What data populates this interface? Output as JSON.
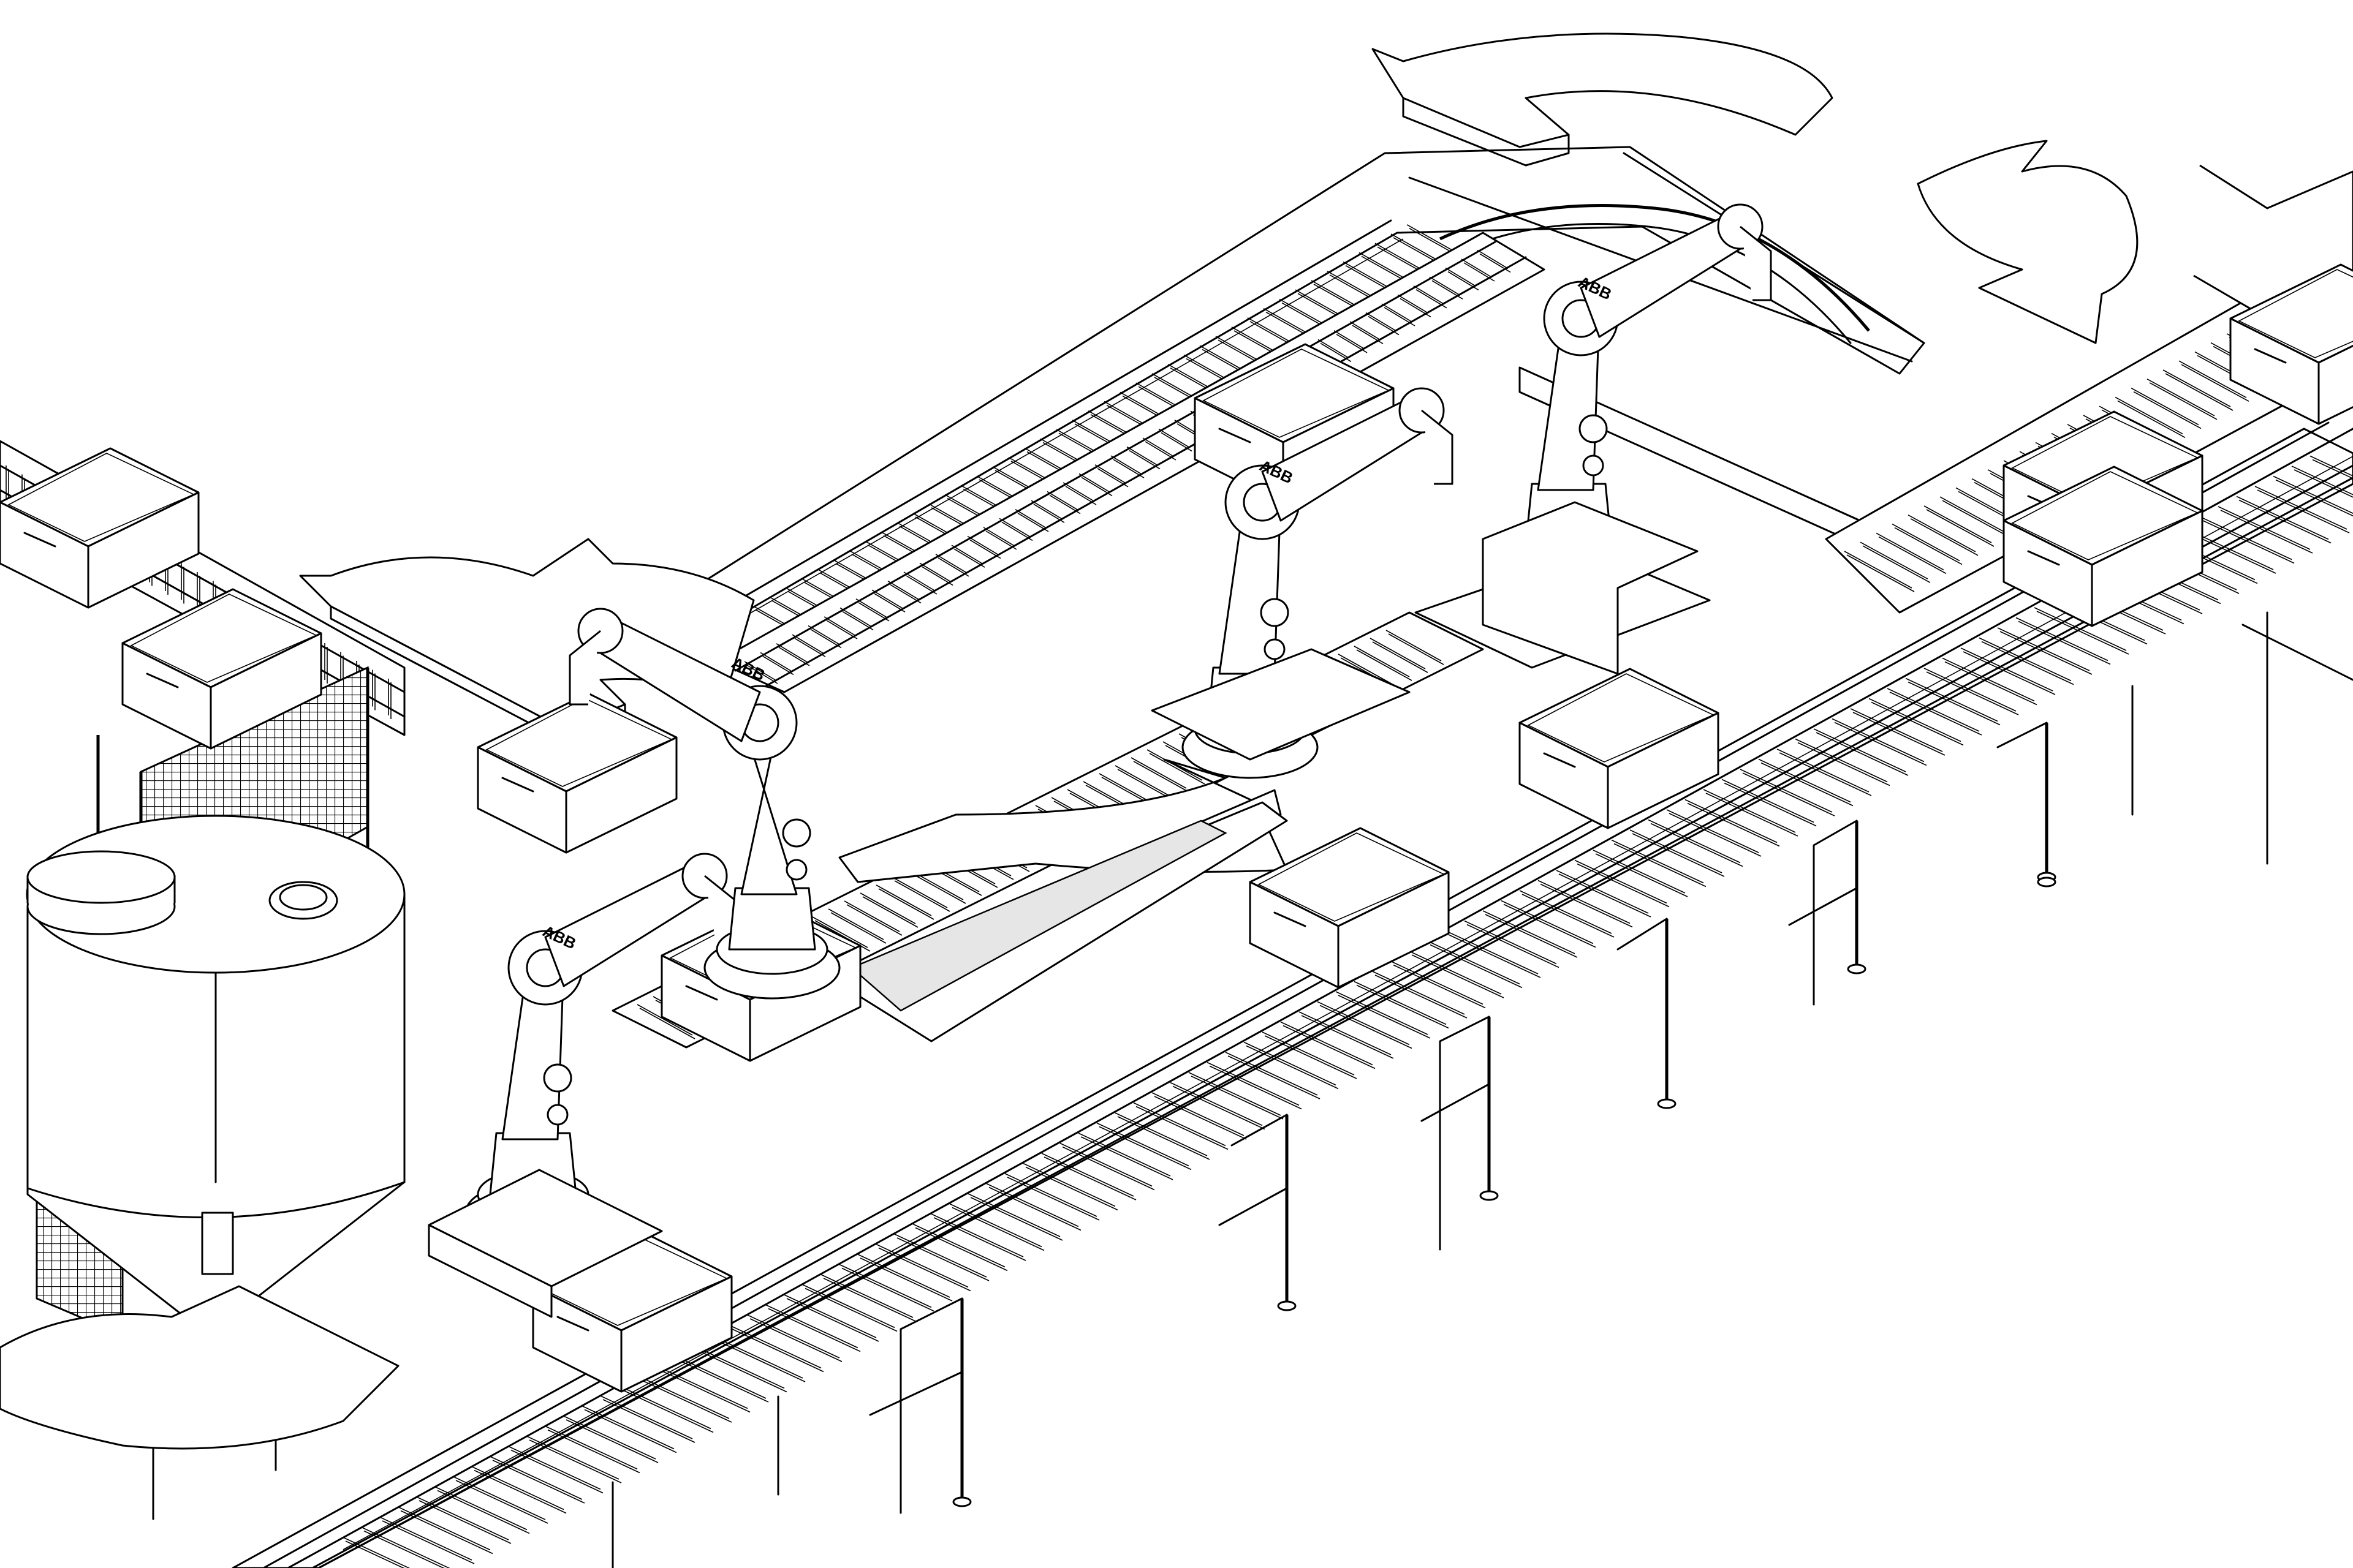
{
  "drawing": {
    "style": "isometric black-and-white line drawing",
    "robot_brand_label": "ABB",
    "colors": {
      "line": "#000000",
      "background": "#ffffff",
      "fill": "#ffffff"
    }
  },
  "components": {
    "conveyor_lines": 4,
    "curved_conveyor_transfers": 2,
    "robots": 4,
    "empty_totes": 11,
    "flow_arrows": 5,
    "hopper_tanks": 1,
    "safety_fence_panels": 1,
    "work_tables": 1
  },
  "icons": {
    "flow_arrow": "curved-arrow-icon",
    "robot": "industrial-robot-icon",
    "tote": "box-icon",
    "hopper": "silo-icon"
  }
}
